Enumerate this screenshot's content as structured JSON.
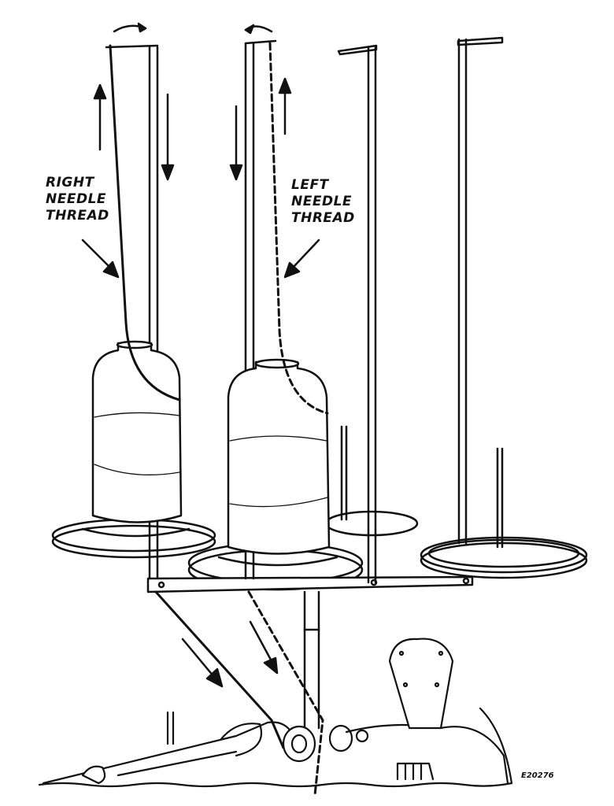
{
  "labels": {
    "right_needle": [
      "RIGHT",
      "NEEDLE",
      "THREAD"
    ],
    "left_needle": [
      "LEFT",
      "NEEDLE",
      "THREAD"
    ],
    "figure_code": "E20276"
  },
  "colors": {
    "ink": "#111111",
    "paper": "#ffffff"
  }
}
